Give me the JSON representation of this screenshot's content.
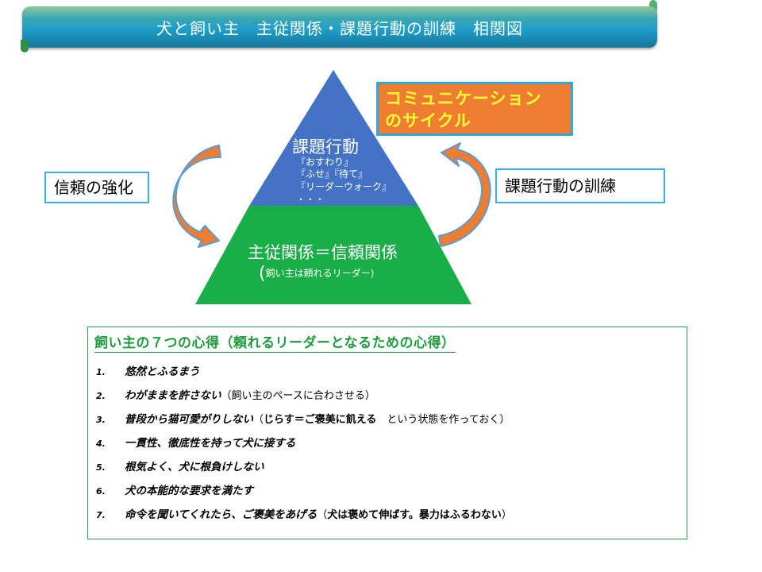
{
  "banner": {
    "title": "犬と飼い主　主従関係・課題行動の訓練　相関図"
  },
  "triangle": {
    "apex_color": "#4472c4",
    "base_color": "#1aae48",
    "apex_title": "課題行動",
    "apex_items": [
      "『おすわり』",
      "『ふせ』『待て』",
      "『リーダーウォーク』",
      "・・・"
    ],
    "base_title": "主従関係＝信頼関係",
    "base_sub_open": "(",
    "base_sub": "飼い主は頼れるリーダー)"
  },
  "cycle_box": {
    "line1": "コミュニケーション",
    "line2": "のサイクル",
    "fill": "#ef7d31",
    "text_color": "#ffff33"
  },
  "left_label": "信頼の強化",
  "right_label": "課題行動の訓練",
  "arrow_color": "#ed7d31",
  "rules": {
    "title": "飼い主の７つの心得（頼れるリーダーとなるための心得）",
    "items": [
      {
        "num": "1.",
        "main": "悠然とふるまう",
        "note": "",
        "note_bold": "",
        "note_tail": ""
      },
      {
        "num": "2.",
        "main": "わがままを許さない",
        "note": "（飼い主のペースに合わさせる）",
        "note_bold": "",
        "note_tail": ""
      },
      {
        "num": "3.",
        "main": "普段から猫可愛がりしない",
        "note": "（",
        "note_bold": "じらす＝ご褒美に飢える",
        "note_tail": "　という状態を作っておく）"
      },
      {
        "num": "4.",
        "main": "一貫性、徹底性を持って犬に接する",
        "note": "",
        "note_bold": "",
        "note_tail": ""
      },
      {
        "num": "5.",
        "main": "根気よく、犬に根負けしない",
        "note": "",
        "note_bold": "",
        "note_tail": ""
      },
      {
        "num": "6.",
        "main": "犬の本能的な要求を満たす",
        "note": "",
        "note_bold": "",
        "note_tail": ""
      },
      {
        "num": "7.",
        "main": "命令を聞いてくれたら、ご褒美をあげる",
        "note": "（",
        "note_bold": "犬は褒めて伸ばす。暴力はふるわない",
        "note_tail": "）"
      }
    ]
  }
}
